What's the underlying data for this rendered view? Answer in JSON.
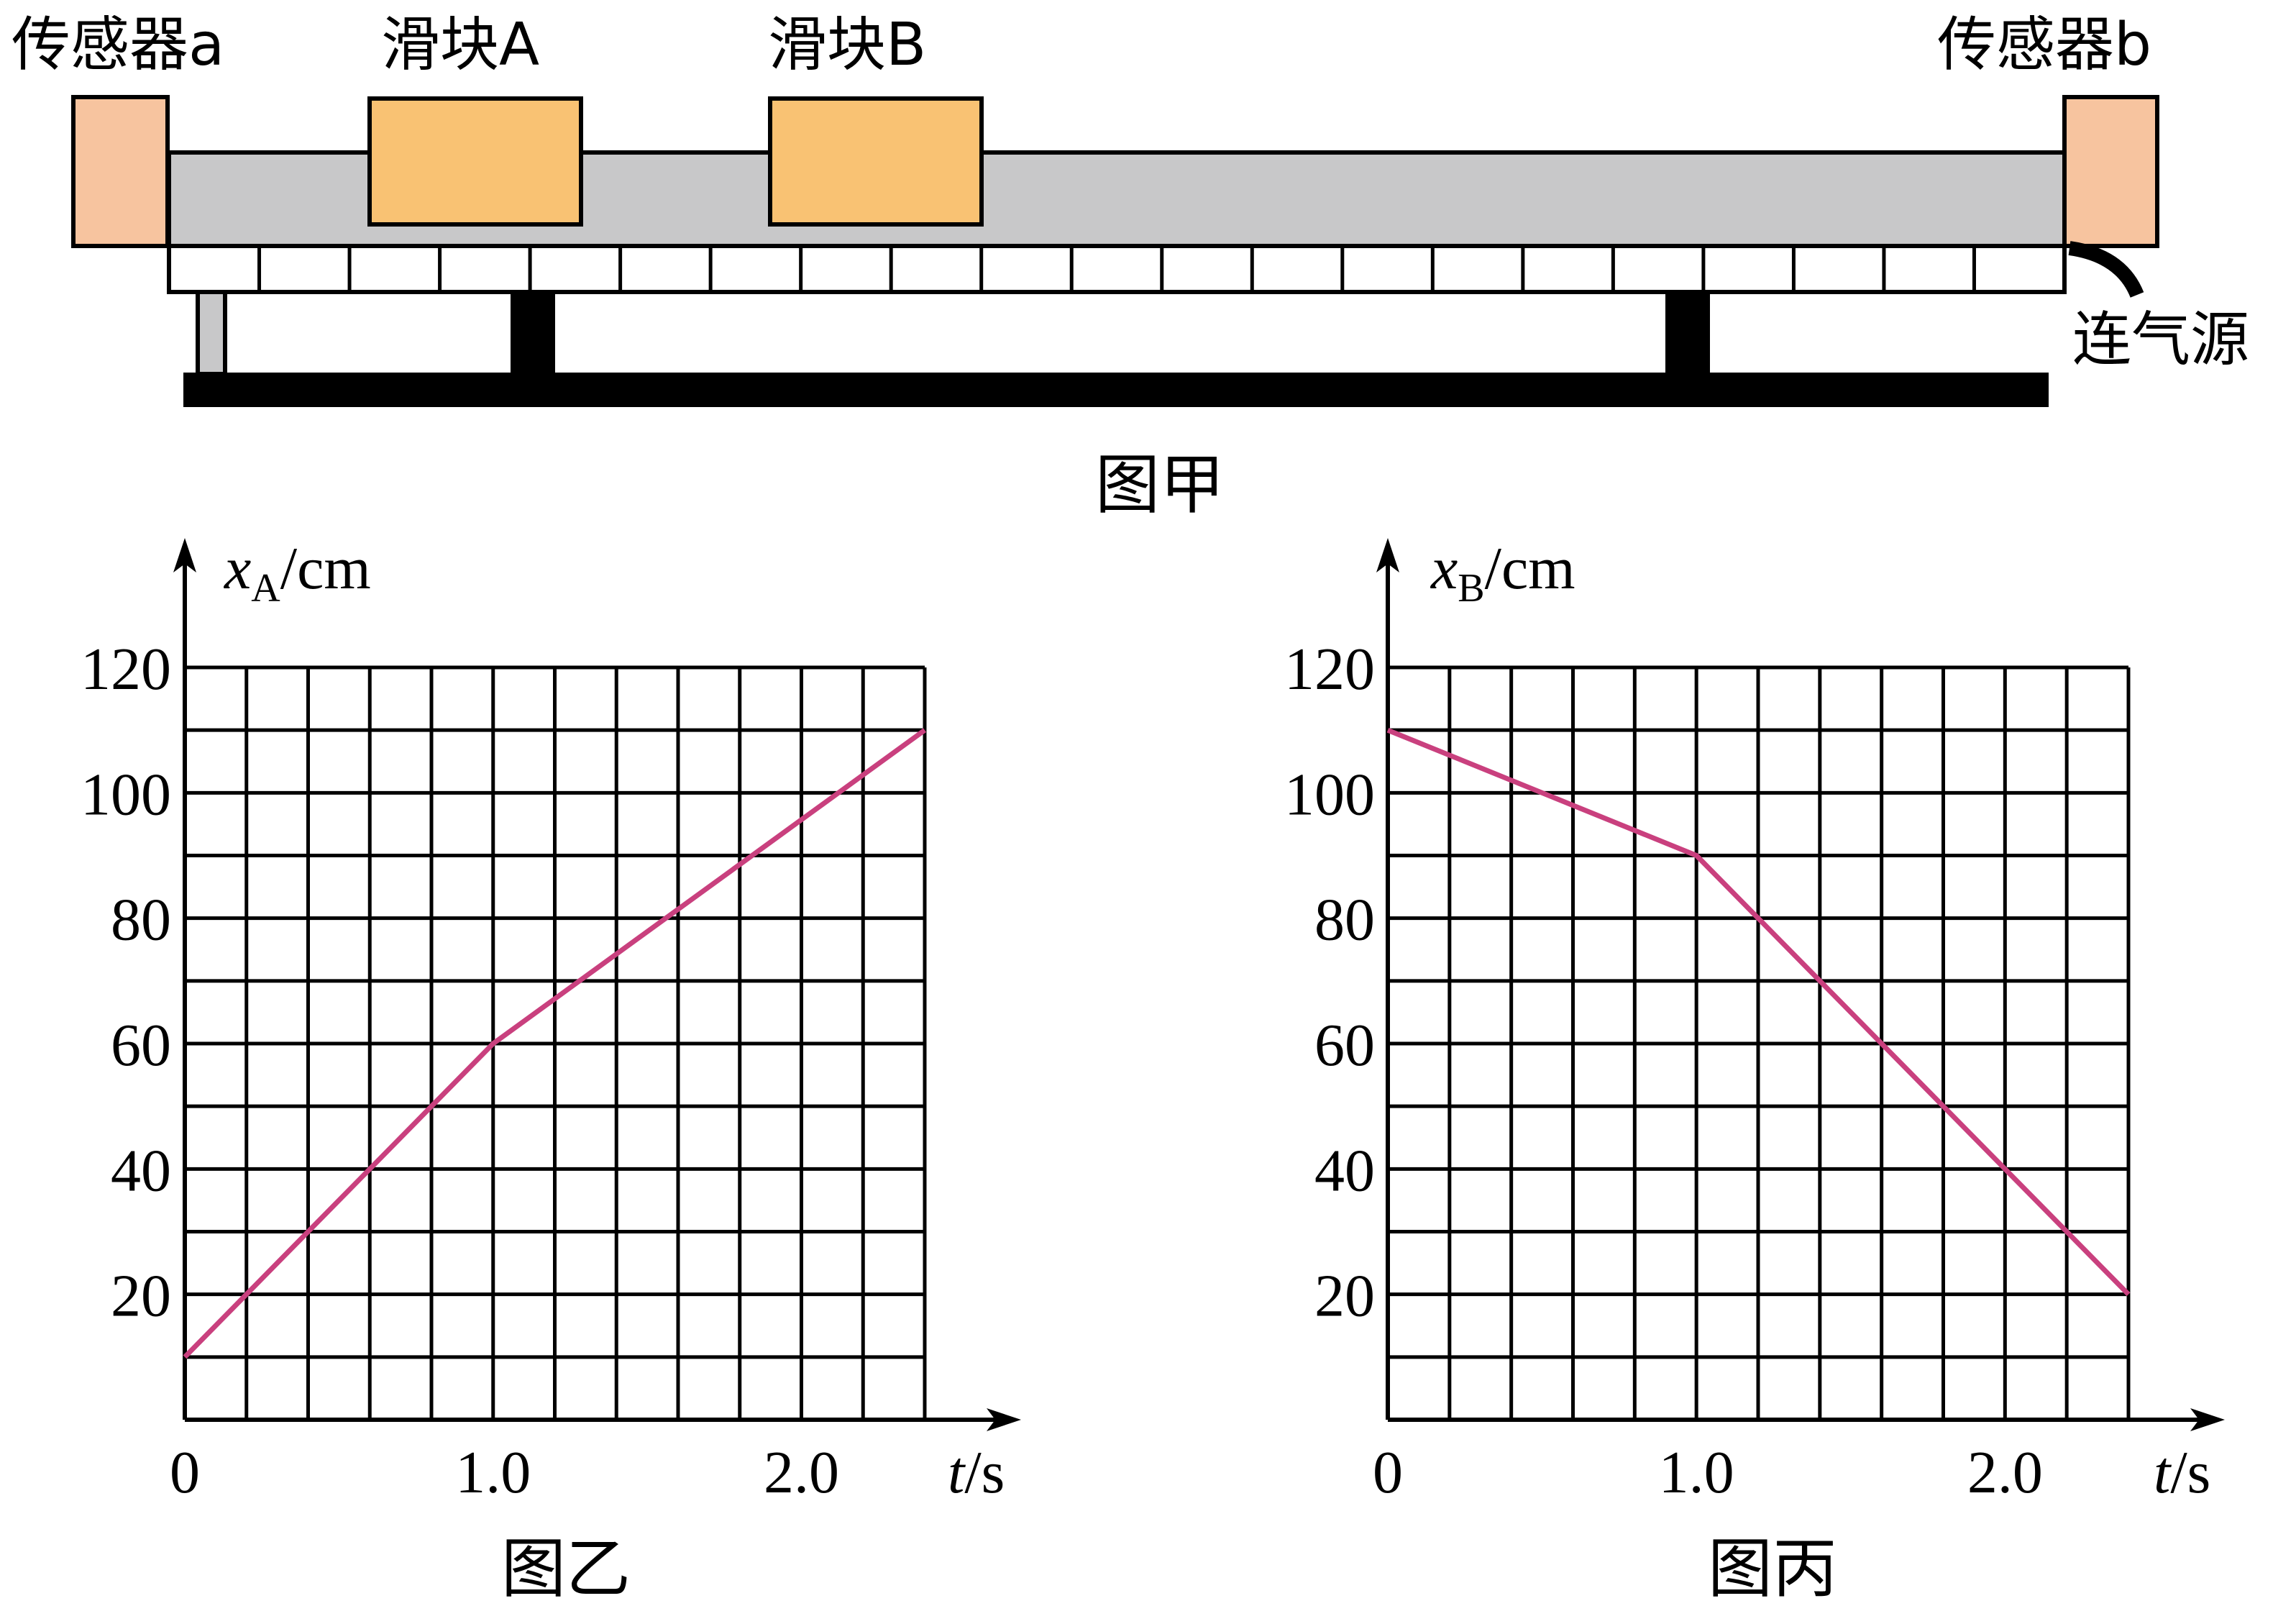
{
  "apparatus": {
    "sensor_a_label": "传感器a",
    "slider_a_label": "滑块A",
    "slider_b_label": "滑块B",
    "sensor_b_label": "传感器b",
    "air_source_label": "连气源",
    "caption": "图甲",
    "colors": {
      "sensor": "#F7C49F",
      "slider": "#F9C273",
      "track": "#C8C8C9"
    }
  },
  "chart_data": [
    {
      "type": "line",
      "title": "",
      "caption": "图乙",
      "ylabel_var": "x",
      "ylabel_sub": "A",
      "ylabel_unit": "/cm",
      "xlabel_var": "t",
      "xlabel_unit": "/s",
      "xlim": [
        0,
        2.4
      ],
      "ylim": [
        0,
        120
      ],
      "x_ticks": [
        "0",
        "1.0",
        "2.0"
      ],
      "y_ticks": [
        "20",
        "40",
        "60",
        "80",
        "100",
        "120"
      ],
      "grid": true,
      "line_color": "#C9407E",
      "series": [
        {
          "x": [
            0,
            1.0,
            2.4
          ],
          "y": [
            10,
            60,
            110
          ]
        }
      ]
    },
    {
      "type": "line",
      "title": "",
      "caption": "图丙",
      "ylabel_var": "x",
      "ylabel_sub": "B",
      "ylabel_unit": "/cm",
      "xlabel_var": "t",
      "xlabel_unit": "/s",
      "xlim": [
        0,
        2.4
      ],
      "ylim": [
        0,
        120
      ],
      "x_ticks": [
        "0",
        "1.0",
        "2.0"
      ],
      "y_ticks": [
        "20",
        "40",
        "60",
        "80",
        "100",
        "120"
      ],
      "grid": true,
      "line_color": "#C9407E",
      "series": [
        {
          "x": [
            0,
            1.0,
            2.4
          ],
          "y": [
            110,
            90,
            20
          ]
        }
      ]
    }
  ]
}
